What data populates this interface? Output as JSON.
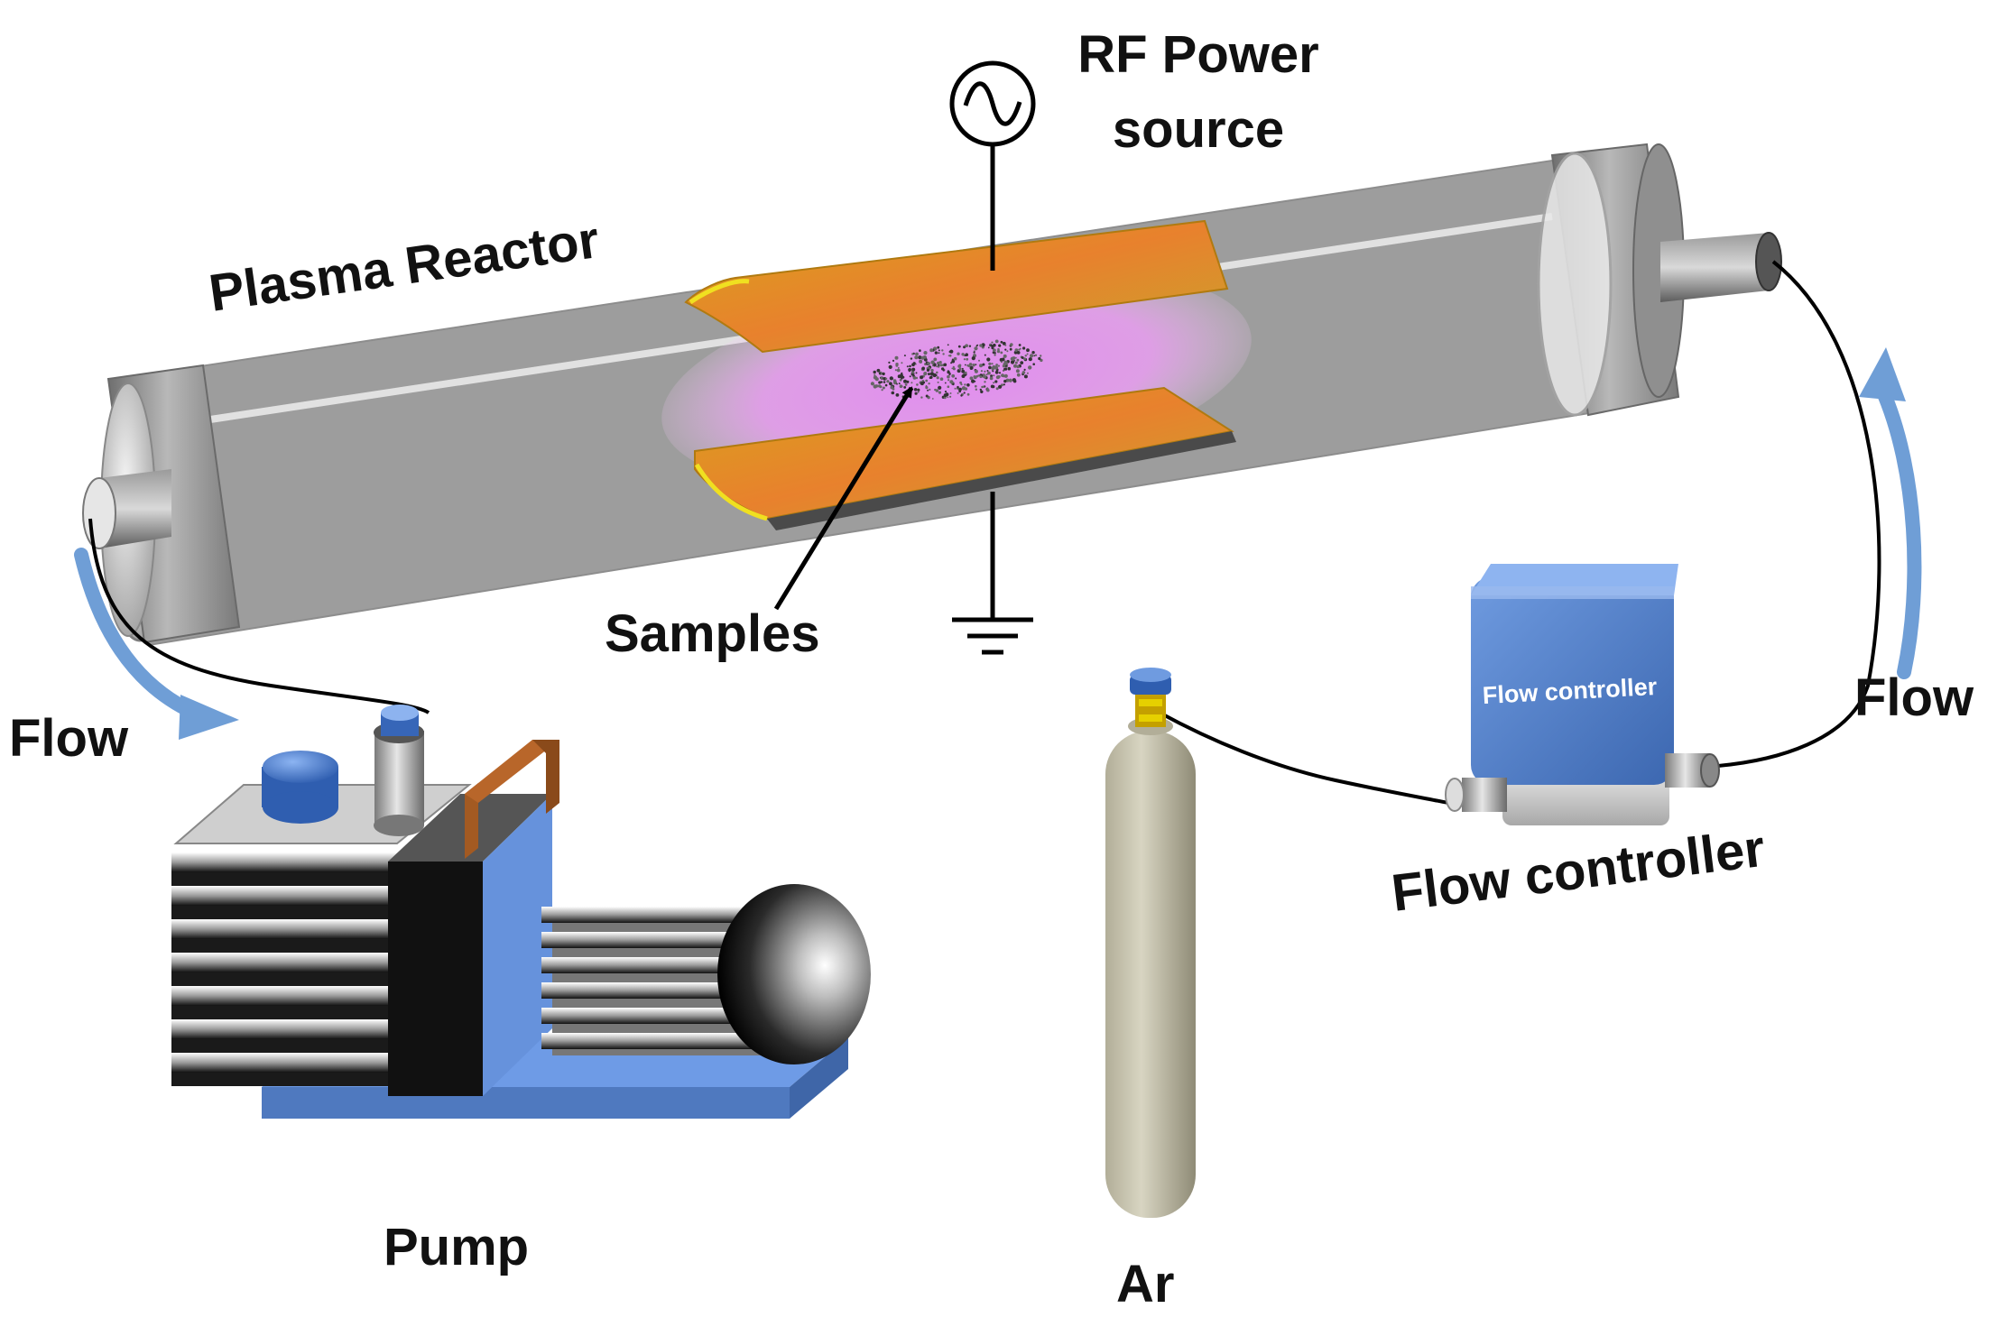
{
  "labels": {
    "rf_line1": "RF Power",
    "rf_line2": "source",
    "plasma_reactor": "Plasma Reactor",
    "samples": "Samples",
    "flow_left": "Flow",
    "flow_right": "Flow",
    "pump": "Pump",
    "argon": "Ar",
    "flow_controller": "Flow controller",
    "flow_controller_device": "Flow controller"
  },
  "colors": {
    "electrode": "#e0892a",
    "plasma_glow": "#e68cf2",
    "flow_arrow": "#6f9ed6",
    "pump_body": "#6e9be6",
    "controller_body": "#4f7fc8",
    "argon_cylinder": "#c4c0a8",
    "tube_cap": "#8a8a8a"
  },
  "icons": {
    "rf_source": "ac-source-icon",
    "ground": "ground-icon"
  }
}
